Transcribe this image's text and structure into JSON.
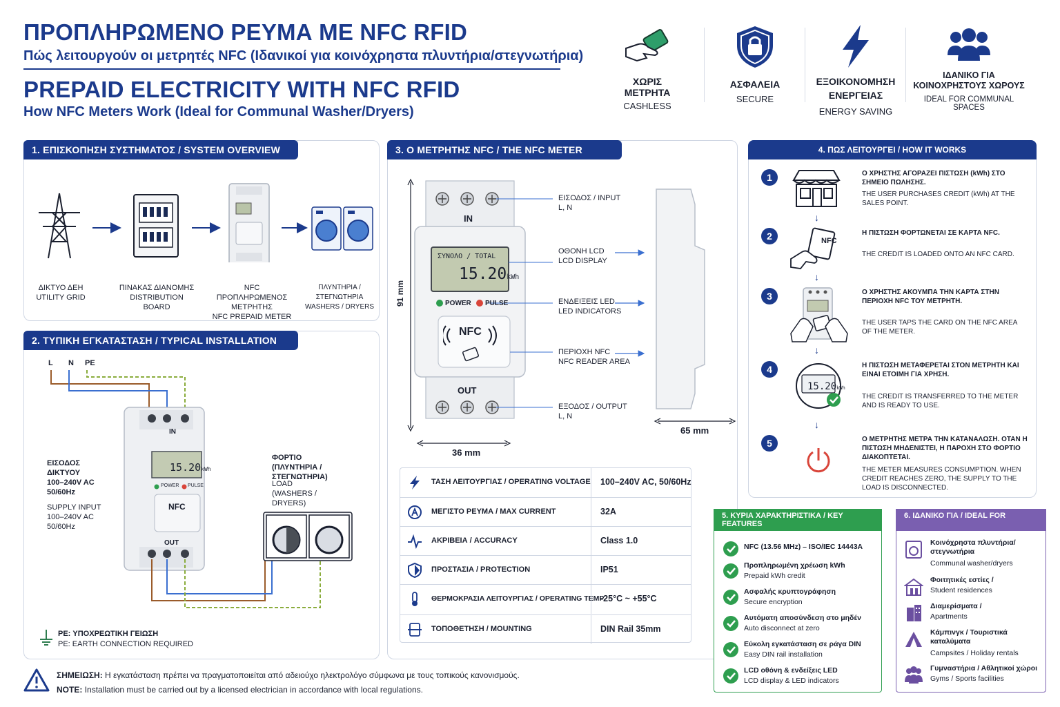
{
  "header": {
    "title_gr": "ΠΡΟΠΛΗΡΩΜΕΝΟ ΡΕΥΜΑ ΜΕ NFC RFID",
    "subtitle_gr": "Πώς λειτουργούν οι μετρητές NFC (Ιδανικοί για κοινόχρηστα πλυντήρια/στεγνωτήρια)",
    "title_en": "PREPAID ELECTRICITY WITH NFC RFID",
    "subtitle_en": "How NFC Meters Work (Ideal for Communal Washer/Dryers)"
  },
  "badges": [
    {
      "title": "ΧΩΡΙΣ ΜΕΤΡΗΤΑ",
      "sub": "CASHLESS",
      "icon": "card-hand-icon"
    },
    {
      "title": "ΑΣΦΑΛΕΙΑ",
      "sub": "SECURE",
      "icon": "shield-lock-icon"
    },
    {
      "title": "ΕΞΟΙΚΟΝΟΜΗΣΗ ΕΝΕΡΓΕΙΑΣ",
      "sub": "ENERGY SAVING",
      "icon": "lightning-icon"
    },
    {
      "title": "ΙΔΑΝΙΚΟ ΓΙΑ ΚΟΙΝΟΧΡΗΣΤΟΥΣ ΧΩΡΟΥΣ",
      "sub": "IDEAL FOR COMMUNAL SPACES",
      "icon": "group-icon"
    }
  ],
  "overview": {
    "heading": "1. ΕΠΙΣΚΟΠΗΣΗ ΣΥΣΤΗΜΑΤΟΣ / SYSTEM OVERVIEW",
    "items": [
      {
        "gr": "ΔΙΚΤΥΟ ΔΕΗ",
        "en": "UTILITY GRID"
      },
      {
        "gr": "ΠΙΝΑΚΑΣ ΔΙΑΝΟΜΗΣ",
        "en": "DISTRIBUTION BOARD"
      },
      {
        "gr": "NFC ΠΡΟΠΛΗΡΩΜΕΝΟΣ ΜΕΤΡΗΤΗΣ",
        "en": "NFC PREPAID METER"
      },
      {
        "gr": "ΠΛΥΝΤΗΡΙΑ / ΣΤΕΓΝΩΤΗΡΙΑ",
        "en": "WASHERS / DRYERS"
      }
    ]
  },
  "installation": {
    "heading": "2. ΤΥΠΙΚΗ ΕΓΚΑΤΑΣΤΑΣΗ / TYPICAL INSTALLATION",
    "wires": [
      "L",
      "N",
      "PE"
    ],
    "in_label": "IN",
    "out_label": "OUT",
    "display": "15.20",
    "display_unit": "kWh",
    "power_led": "POWER",
    "pulse_led": "PULSE",
    "nfc": "NFC",
    "grid_input_gr": "ΕΙΣΟΔΟΣ ΔΙΚΤΥΟΥ",
    "grid_input_spec": "100–240V AC 50/60Hz",
    "supply_input_en": "SUPPLY INPUT",
    "supply_input_spec": "100–240V AC 50/60Hz",
    "load_gr": "ΦΟΡΤΙΟ (ΠΛΥΝΤΗΡΙΑ / ΣΤΕΓΝΩΤΗΡΙΑ)",
    "load_en": "LOAD (WASHERS / DRYERS)",
    "earth_gr": "PE: ΥΠΟΧΡΕΩΤΙΚΗ ΓΕΙΩΣΗ",
    "earth_en": "PE: EARTH CONNECTION REQUIRED"
  },
  "meter": {
    "heading": "3. Ο ΜΕΤΡΗΤΗΣ NFC / THE NFC METER",
    "in_label": "IN",
    "out_label": "OUT",
    "display_top": "ΣΥΝΟΛΟ / TOTAL",
    "display": "15.20",
    "display_unit": "kWh",
    "power_led": "POWER",
    "pulse_led": "PULSE",
    "nfc": "NFC",
    "height_label": "91 mm",
    "width_label": "36 mm",
    "depth_label": "65 mm",
    "callouts": [
      {
        "gr": "ΕΙΣΟΔΟΣ / INPUT",
        "en": "L, N"
      },
      {
        "gr": "ΟΘΟΝΗ LCD",
        "en": "LCD DISPLAY"
      },
      {
        "gr": "ΕΝΔΕΙΞΕΙΣ LED",
        "en": "LED INDICATORS"
      },
      {
        "gr": "ΠΕΡΙΟΧΗ NFC",
        "en": "NFC READER AREA"
      },
      {
        "gr": "ΕΞΟΔΟΣ / OUTPUT",
        "en": "L, N"
      }
    ]
  },
  "specs": [
    {
      "key": "ΤΑΣΗ ΛΕΙΤΟΥΡΓΙΑΣ / OPERATING VOLTAGE",
      "value": "100–240V AC, 50/60Hz",
      "icon": "lightning-icon"
    },
    {
      "key": "ΜΕΓΙΣΤΟ ΡΕΥΜΑ / MAX CURRENT",
      "value": "32A",
      "icon": "ampere-icon"
    },
    {
      "key": "ΑΚΡΙΒΕΙΑ / ACCURACY",
      "value": "Class 1.0",
      "icon": "pulse-wave-icon"
    },
    {
      "key": "ΠΡΟΣΤΑΣΙΑ / PROTECTION",
      "value": "IP51",
      "icon": "shield-icon"
    },
    {
      "key": "ΘΕΡΜΟΚΡΑΣΙΑ ΛΕΙΤΟΥΡΓΙΑΣ / OPERATING TEMP.",
      "value": "-25°C ~ +55°C",
      "icon": "thermometer-icon"
    },
    {
      "key": "ΤΟΠΟΘΕΤΗΣΗ / MOUNTING",
      "value": "DIN Rail 35mm",
      "icon": "din-rail-icon"
    }
  ],
  "steps": {
    "heading": "4. ΠΩΣ ΛΕΙΤΟΥΡΓΕΙ / HOW IT WORKS",
    "items": [
      {
        "num": "1",
        "gr": "Ο ΧΡΗΣΤΗΣ ΑΓΟΡΑΖΕΙ ΠΙΣΤΩΣΗ (kWh) ΣΤΟ ΣΗΜΕΙΟ ΠΩΛΗΣΗΣ.",
        "en": "THE USER PURCHASES CREDIT (kWh) AT THE SALES POINT."
      },
      {
        "num": "2",
        "gr": "Η ΠΙΣΤΩΣΗ ΦΟΡΤΩΝΕΤΑΙ ΣΕ ΚΑΡΤΑ NFC.",
        "en": "THE CREDIT IS LOADED ONTO AN NFC CARD."
      },
      {
        "num": "3",
        "gr": "Ο ΧΡΗΣΤΗΣ ΑΚΟΥΜΠΑ ΤΗΝ ΚΑΡΤΑ ΣΤΗΝ ΠΕΡΙΟΧΗ NFC ΤΟΥ ΜΕΤΡΗΤΗ.",
        "en": "THE USER TAPS THE CARD ON THE NFC AREA OF THE METER."
      },
      {
        "num": "4",
        "gr": "Η ΠΙΣΤΩΣΗ ΜΕΤΑΦΕΡΕΤΑΙ ΣΤΟΝ ΜΕΤΡΗΤΗ ΚΑΙ ΕΙΝΑΙ ΕΤΟΙΜΗ ΓΙΑ ΧΡΗΣΗ.",
        "en": "THE CREDIT IS TRANSFERRED TO THE METER AND IS READY TO USE."
      },
      {
        "num": "5",
        "gr": "Ο ΜΕΤΡΗΤΗΣ ΜΕΤΡΑ ΤΗΝ ΚΑΤΑΝΑΛΩΣΗ. ΟΤΑΝ Η ΠΙΣΤΩΣΗ ΜΗΔΕΝΙΣΤΕΙ, Η ΠΑΡΟΧΗ ΣΤΟ ΦΟΡΤΙΟ ΔΙΑΚΟΠΤΕΤΑΙ.",
        "en": "THE METER MEASURES CONSUMPTION. WHEN CREDIT REACHES ZERO, THE SUPPLY TO THE LOAD IS DISCONNECTED."
      }
    ],
    "nfc_card": "NFC",
    "mini_display": "15.20",
    "mini_unit": "kWh"
  },
  "features": {
    "heading": "5. ΚΥΡΙΑ ΧΑΡΑΚΤΗΡΙΣΤΙΚΑ / KEY FEATURES",
    "items": [
      {
        "gr": "NFC (13.56 MHz) – ISO/IEC 14443A",
        "en": ""
      },
      {
        "gr": "Προπληρωμένη χρέωση kWh",
        "en": "Prepaid kWh credit"
      },
      {
        "gr": "Ασφαλής κρυπτογράφηση",
        "en": "Secure encryption"
      },
      {
        "gr": "Αυτόματη αποσύνδεση στο μηδέν",
        "en": "Auto disconnect at zero"
      },
      {
        "gr": "Εύκολη εγκατάσταση σε ράγα DIN",
        "en": "Easy DIN rail installation"
      },
      {
        "gr": "LCD οθόνη & ενδείξεις LED",
        "en": "LCD display & LED indicators"
      }
    ]
  },
  "ideal": {
    "heading": "6. ΙΔΑΝΙΚΟ ΓΙΑ / IDEAL FOR",
    "items": [
      {
        "gr": "Κοινόχρηστα πλυντήρια/ στεγνωτήρια",
        "en": "Communal washer/dryers",
        "icon": "washer-icon"
      },
      {
        "gr": "Φοιτητικές εστίες /",
        "en": "Student residences",
        "icon": "residence-icon"
      },
      {
        "gr": "Διαμερίσματα /",
        "en": "Apartments",
        "icon": "apartment-icon"
      },
      {
        "gr": "Κάμπινγκ / Τουριστικά καταλύματα",
        "en": "Campsites / Holiday rentals",
        "icon": "tent-icon"
      },
      {
        "gr": "Γυμναστήρια / Αθλητικοί χώροι",
        "en": "Gyms / Sports facilities",
        "icon": "people-icon"
      }
    ]
  },
  "note": {
    "label_gr": "ΣΗΜΕΙΩΣΗ:",
    "text_gr": "Η εγκατάσταση πρέπει να πραγματοποιείται από αδειούχο ηλεκτρολόγο σύμφωνα με τους τοπικούς κανονισμούς.",
    "label_en": "NOTE:",
    "text_en": "Installation must be carried out by a licensed electrician in accordance with local regulations."
  },
  "colors": {
    "navy": "#1b3a8c",
    "green": "#2e9e4f",
    "purple": "#7a5fb0",
    "red": "#d9453a"
  }
}
